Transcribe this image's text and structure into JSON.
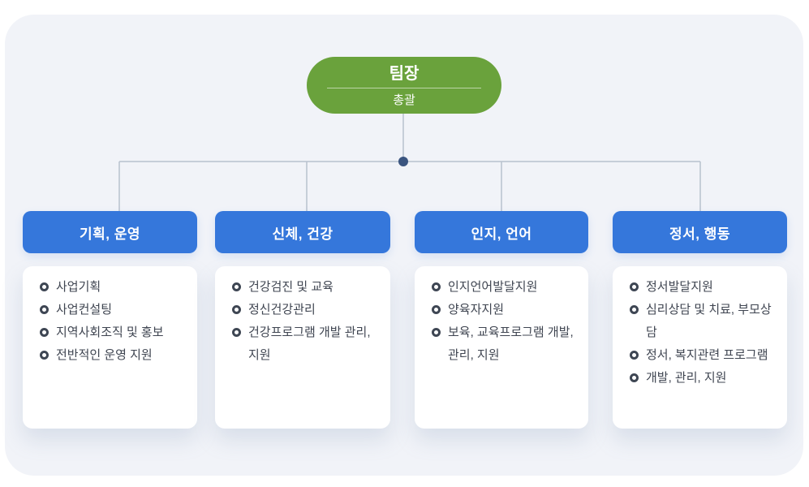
{
  "root": {
    "title": "팀장",
    "subtitle": "총괄"
  },
  "branches": [
    {
      "label": "기획, 운영",
      "items": [
        "사업기획",
        "사업컨설팅",
        "지역사회조직 및 홍보",
        "전반적인 운영 지원"
      ]
    },
    {
      "label": "신체, 건강",
      "items": [
        "건강검진 및 교육",
        "정신건강관리",
        "건강프로그램 개발 관리,\n지원"
      ]
    },
    {
      "label": "인지, 언어",
      "items": [
        "인지언어발달지원",
        "양육자지원",
        "보육, 교육프로그램 개발,\n관리, 지원"
      ]
    },
    {
      "label": "정서, 행동",
      "items": [
        "정서발달지원",
        "심리상담 및 치료, 부모상담",
        "정서, 복지관련 프로그램",
        "개발, 관리, 지원"
      ]
    }
  ],
  "colors": {
    "root_green": "#6AA23C",
    "branch_blue": "#3577DB",
    "panel_bg": "#F1F3F8",
    "connector_line": "#B8C1CE",
    "node_dot": "#3A547F",
    "card_bg": "#FFFFFF",
    "text": "#3F4551"
  },
  "icons": {
    "bullet": "ring-dot"
  }
}
